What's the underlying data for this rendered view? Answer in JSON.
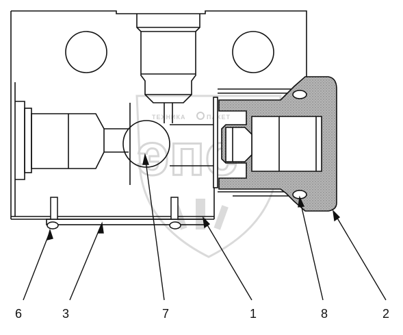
{
  "watermark": {
    "brand_left": "ТЕХНИКА",
    "brand_right": "ПАКЕТ",
    "logo_text": "эпс"
  },
  "callouts": [
    {
      "id": "6",
      "label": "6"
    },
    {
      "id": "3",
      "label": "3"
    },
    {
      "id": "7",
      "label": "7"
    },
    {
      "id": "1",
      "label": "1"
    },
    {
      "id": "8",
      "label": "8"
    },
    {
      "id": "2",
      "label": "2"
    }
  ],
  "colors": {
    "line": "#111111",
    "gasket_fill": "#a8a8a8",
    "watermark": "#d2d2d2"
  }
}
